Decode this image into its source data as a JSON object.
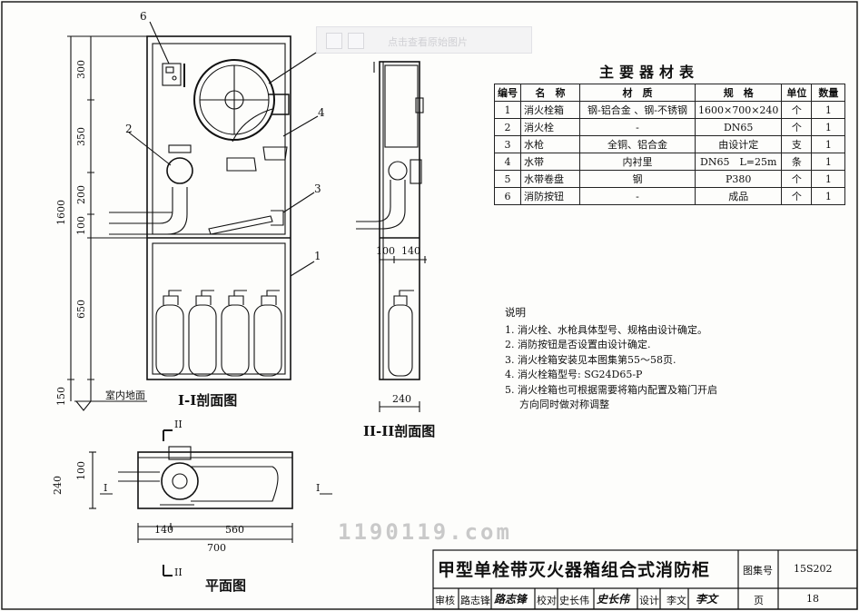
{
  "toolbar": {
    "text": "点击查看原始图片"
  },
  "views": {
    "section_1": "I-I剖面图",
    "section_2": "II-II剖面图",
    "plan": "平面图",
    "floor_label": "室内地面",
    "cut_I": "I",
    "cut_II": "II"
  },
  "callouts": [
    "1",
    "2",
    "3",
    "4",
    "6"
  ],
  "dims": {
    "heights": [
      "300",
      "350",
      "200",
      "100",
      "650",
      "150"
    ],
    "total_height": "1600",
    "side_widths": [
      "100",
      "140"
    ],
    "side_bottom": "240",
    "plan_left": [
      "240",
      "100"
    ],
    "plan_bottom": [
      "140",
      "560"
    ],
    "plan_total": "700"
  },
  "materials": {
    "title": "主要器材表",
    "headers": [
      "编号",
      "名　称",
      "材　质",
      "规　格",
      "单位",
      "数量"
    ],
    "rows": [
      [
        "1",
        "消火栓箱",
        "钢-铝合金 、钢-不锈钢",
        "1600×700×240",
        "个",
        "1"
      ],
      [
        "2",
        "消火栓",
        "-",
        "DN65",
        "个",
        "1"
      ],
      [
        "3",
        "水枪",
        "全铜、铝合金",
        "由设计定",
        "支",
        "1"
      ],
      [
        "4",
        "水带",
        "内衬里",
        "DN65　L=25m",
        "条",
        "1"
      ],
      [
        "5",
        "水带卷盘",
        "钢",
        "P380",
        "个",
        "1"
      ],
      [
        "6",
        "消防按钮",
        "-",
        "成品",
        "个",
        "1"
      ]
    ]
  },
  "notes": {
    "title": "说明",
    "items": [
      "1. 消火栓、水枪具体型号、规格由设计确定。",
      "2. 消防按钮是否设置由设计确定.",
      "3. 消火栓箱安装见本图集第55～58页.",
      "4. 消火栓箱型号: SG24D65-P",
      "5. 消火栓箱也可根据需要将箱内配置及箱门开启",
      "方向同时做对称调整"
    ]
  },
  "title_block": {
    "title": "甲型单栓带灭火器箱组合式消防柜",
    "atlas_label": "图集号",
    "atlas_no": "15S202",
    "page_label": "页",
    "page_no": "18",
    "review_label": "审核",
    "reviewer": "路志锋",
    "check_label": "校对",
    "checker": "史长伟",
    "design_label": "设计",
    "designer": "李文",
    "sig_review": "路志锋",
    "sig_check": "史长伟",
    "sig_design": "李文"
  },
  "watermark": "1190119.com"
}
